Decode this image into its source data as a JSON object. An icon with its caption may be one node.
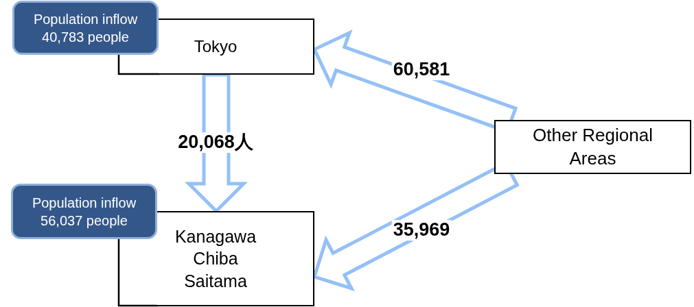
{
  "diagram": {
    "nodes": [
      {
        "text": [
          "Population inflow 40,783 people"
        ]
      },
      {
        "text": [
          "Tokyo"
        ]
      },
      {
        "text": [
          "Other Regional Areas"
        ]
      },
      {
        "text": [
          "Population inflow 56,037 people"
        ]
      },
      {
        "text": [
          "Kanagawa Chiba Saitama"
        ]
      }
    ],
    "edges": [
      {
        "from": 1,
        "to": 4,
        "arrow": "to",
        "label": "20,068人"
      },
      {
        "from": 2,
        "to": 1,
        "arrow": "to",
        "label": "60,581"
      },
      {
        "from": 2,
        "to": 4,
        "arrow": "to",
        "label": "35,969"
      }
    ]
  }
}
